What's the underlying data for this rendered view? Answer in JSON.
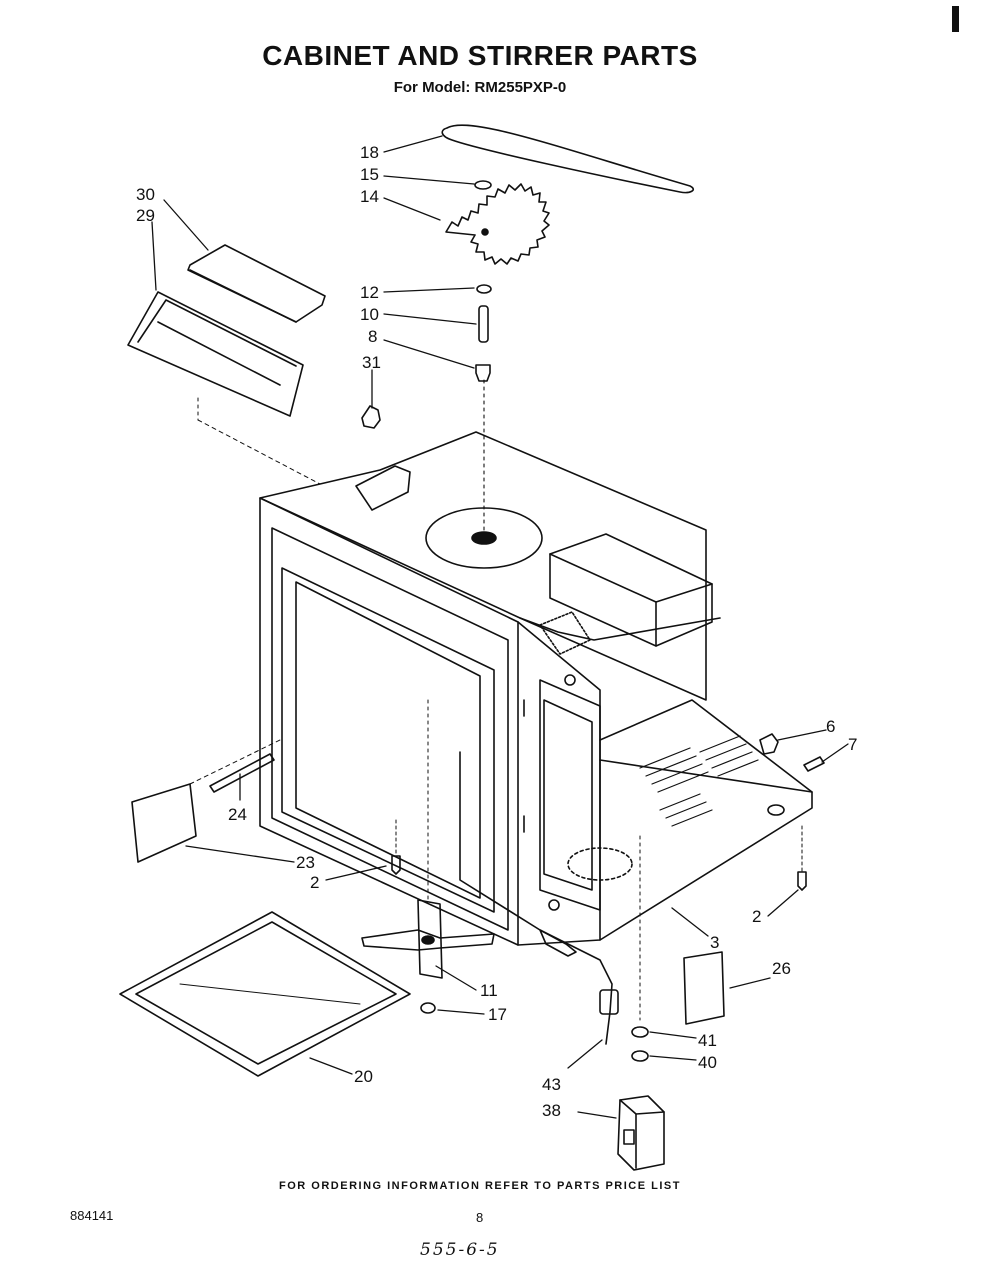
{
  "header": {
    "title": "CABINET AND STIRRER PARTS",
    "subtitle": "For Model: RM255PXP-0"
  },
  "labels": [
    "18",
    "15",
    "14",
    "30",
    "29",
    "12",
    "10",
    "8",
    "31",
    "6",
    "7",
    "24",
    "23",
    "2",
    "2",
    "3",
    "26",
    "11",
    "17",
    "41",
    "40",
    "43",
    "38",
    "20"
  ],
  "footer": {
    "note": "FOR ORDERING INFORMATION REFER TO PARTS PRICE LIST",
    "doc_number": "884141",
    "page_number": "8",
    "handwritten": "555-6-5"
  }
}
